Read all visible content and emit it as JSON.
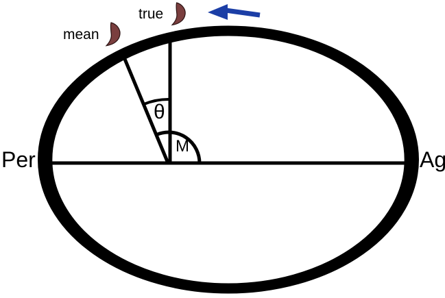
{
  "diagram": {
    "type": "elliptical-orbit-diagram",
    "labels": {
      "perigee": "Per",
      "apogee": "Ag",
      "true_position": "true",
      "mean_position": "mean",
      "theta": "θ",
      "mean_anomaly": "M"
    },
    "icons": {
      "true_moon": "crescent-moon",
      "mean_moon": "crescent-moon",
      "direction_arrow": "left-arrow"
    },
    "colors": {
      "orbit": "#000000",
      "moon_fill": "#7a3e3e",
      "moon_outline": "#2d1414",
      "arrow": "#1b3ea6",
      "background": "#ffffff"
    }
  }
}
